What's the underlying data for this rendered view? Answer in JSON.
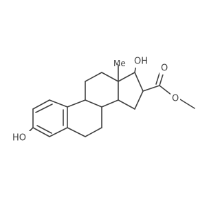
{
  "molecule": {
    "labels": {
      "oh_left": "HO",
      "oh_top": "OH",
      "methyl": "Me",
      "carbonyl_o": "O",
      "ester_o": "O"
    }
  }
}
